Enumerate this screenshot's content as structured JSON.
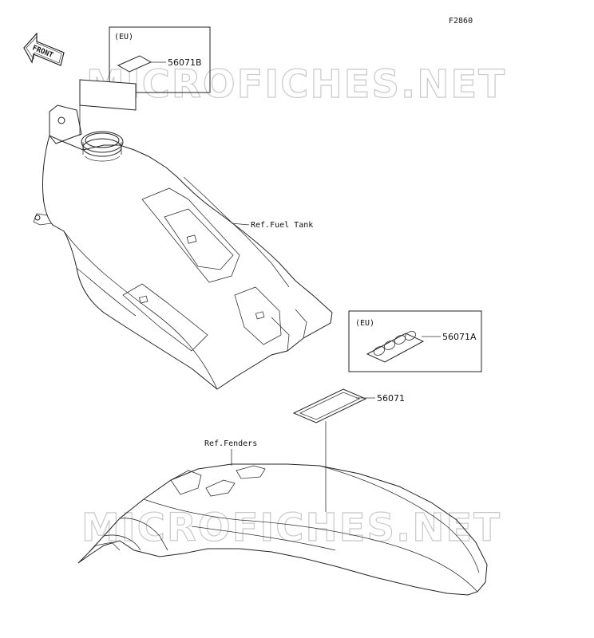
{
  "figure_code": "F2860",
  "front_arrow_text": "FRONT",
  "watermark_text": "MICROFICHES.NET",
  "callouts": {
    "eu_box_top": {
      "region": "(EU)",
      "part": "56071B"
    },
    "eu_box_right": {
      "region": "(EU)",
      "part": "56071A"
    },
    "main_label": {
      "part": "56071"
    }
  },
  "references": {
    "fuel_tank": "Ref.Fuel Tank",
    "fenders": "Ref.Fenders"
  }
}
